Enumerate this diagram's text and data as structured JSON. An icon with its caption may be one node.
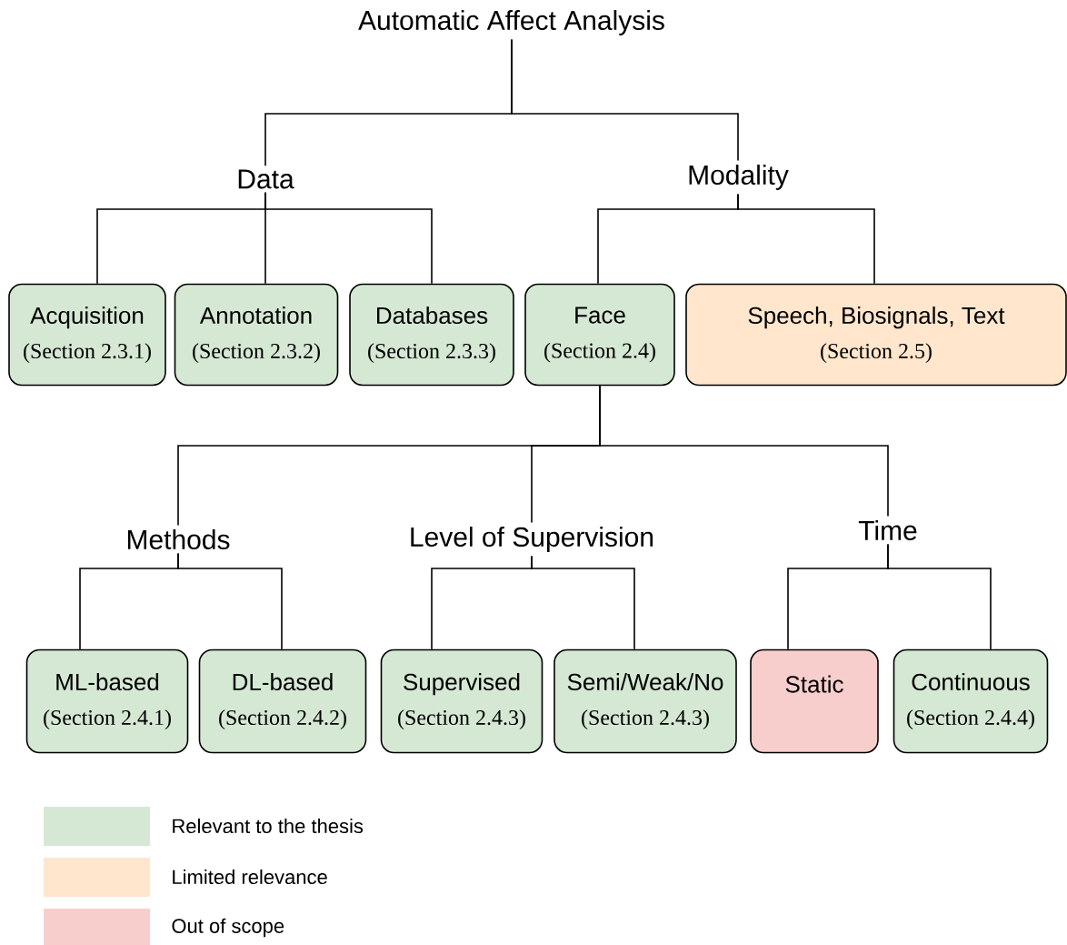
{
  "diagram": {
    "nodes": [
      {
        "text": [
          "Automatic Affect Analysis"
        ]
      },
      {
        "text": [
          "Data"
        ]
      },
      {
        "text": [
          "Modality"
        ]
      },
      {
        "text": [
          "Acquisition",
          "(Section 2.3.1)"
        ]
      },
      {
        "text": [
          "Annotation",
          "(Section 2.3.2)"
        ]
      },
      {
        "text": [
          "Databases",
          "(Section 2.3.3)"
        ]
      },
      {
        "text": [
          "Face",
          "(Section 2.4)"
        ]
      },
      {
        "text": [
          "Speech, Biosignals, Text",
          "(Section 2.5)"
        ]
      },
      {
        "text": [
          "Methods"
        ]
      },
      {
        "text": [
          "Level of Supervision"
        ]
      },
      {
        "text": [
          "Time"
        ]
      },
      {
        "text": [
          "ML-based",
          "(Section 2.4.1)"
        ]
      },
      {
        "text": [
          "DL-based",
          "(Section 2.4.2)"
        ]
      },
      {
        "text": [
          "Supervised",
          "(Section 2.4.3)"
        ]
      },
      {
        "text": [
          "Semi/Weak/No",
          "(Section 2.4.3)"
        ]
      },
      {
        "text": [
          "Static"
        ]
      },
      {
        "text": [
          "Continuous",
          "(Section 2.4.4)"
        ]
      }
    ],
    "edges": [
      {
        "from": 0,
        "to": 1,
        "arrow": "none"
      },
      {
        "from": 0,
        "to": 2,
        "arrow": "none"
      },
      {
        "from": 1,
        "to": 3,
        "arrow": "none"
      },
      {
        "from": 1,
        "to": 4,
        "arrow": "none"
      },
      {
        "from": 1,
        "to": 5,
        "arrow": "none"
      },
      {
        "from": 2,
        "to": 6,
        "arrow": "none"
      },
      {
        "from": 2,
        "to": 7,
        "arrow": "none"
      },
      {
        "from": 6,
        "to": 8,
        "arrow": "none"
      },
      {
        "from": 6,
        "to": 9,
        "arrow": "none"
      },
      {
        "from": 6,
        "to": 10,
        "arrow": "none"
      },
      {
        "from": 8,
        "to": 11,
        "arrow": "none"
      },
      {
        "from": 8,
        "to": 12,
        "arrow": "none"
      },
      {
        "from": 9,
        "to": 13,
        "arrow": "none"
      },
      {
        "from": 9,
        "to": 14,
        "arrow": "none"
      },
      {
        "from": 10,
        "to": 15,
        "arrow": "none"
      },
      {
        "from": 10,
        "to": 16,
        "arrow": "none"
      }
    ],
    "legend": [
      {
        "text": "Relevant to the thesis",
        "color": "#d5e8d4"
      },
      {
        "text": "Limited relevance",
        "color": "#ffe6cc"
      },
      {
        "text": "Out of scope",
        "color": "#f8cecc"
      }
    ]
  }
}
